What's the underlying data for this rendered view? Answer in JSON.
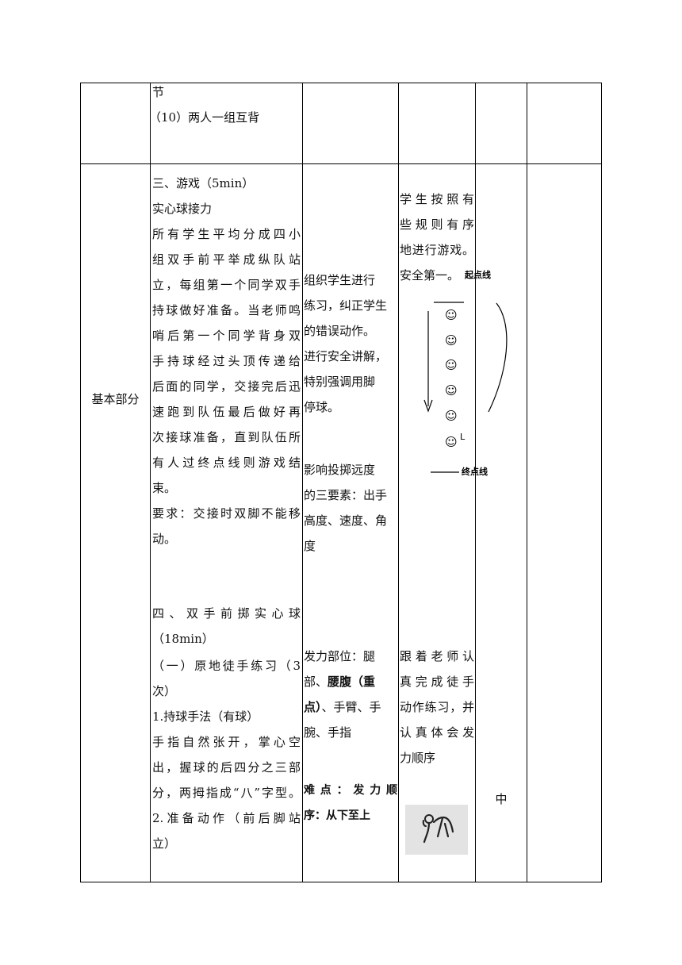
{
  "row_top": {
    "content_lines": [
      "节",
      "（10）两人一组互背"
    ]
  },
  "row_main": {
    "section_label": "基本部分",
    "game": {
      "heading": "三、游戏（5min）",
      "name": "实心球接力",
      "desc_lines": [
        "所有学生平均分成四小",
        "组双手前平举成纵队站",
        "立，每组第一个同学双手",
        "持球做好准备。当老师鸣",
        "哨后第一个同学背身双",
        "手持球经过头顶传递给",
        "后面的同学，交接完后迅",
        "速跑到队伍最后做好再",
        "次接球准备，直到队伍所",
        "有人过终点线则游戏结",
        "束。"
      ],
      "req_lines": [
        "要求：交接时双脚不能移",
        "动。"
      ]
    },
    "throw": {
      "heading_lines": [
        "四、双手前掷实心球",
        "（18min）"
      ],
      "lines": [
        "（一）原地徒手练习（3",
        "次）",
        "1.持球手法（有球）",
        "手指自然张开，掌心空",
        "出，握球的后四分之三部",
        "分，两拇指成“八”字型。",
        "2.准备动作（前后脚站",
        "立）"
      ]
    },
    "teacher": {
      "game_lines": [
        "组织学生进行",
        "练习，纠正学生",
        "的错误动作。",
        "进行安全讲解，",
        "特别强调用脚",
        "停球。"
      ],
      "factors_lines": [
        "影响投掷远度",
        "的三要素：出手",
        "高度、速度、角",
        "度"
      ],
      "force_line1": "发力部位：腿",
      "force_line2_pre": "部、",
      "force_line2_bold": "腰腹（重",
      "force_line3_bold": "点）",
      "force_line3_post": "、手臂、手",
      "force_line4": "腕、手指",
      "difficulty_lines": [
        "难点：发力顺",
        "序：从下至上"
      ]
    },
    "student": {
      "game_lines": [
        "学生按照有",
        "些规则有序",
        "地进行游戏。",
        "安全第一。"
      ],
      "throw_lines": [
        "跟着老师认",
        "真完成徒手",
        "动作练习，并",
        "认真体会发",
        "力顺序"
      ]
    },
    "diagram": {
      "start_label": "起点线",
      "end_label": "终点线",
      "smiley": "☺",
      "corner_mark": "ᒪ"
    },
    "intensity": "中"
  }
}
